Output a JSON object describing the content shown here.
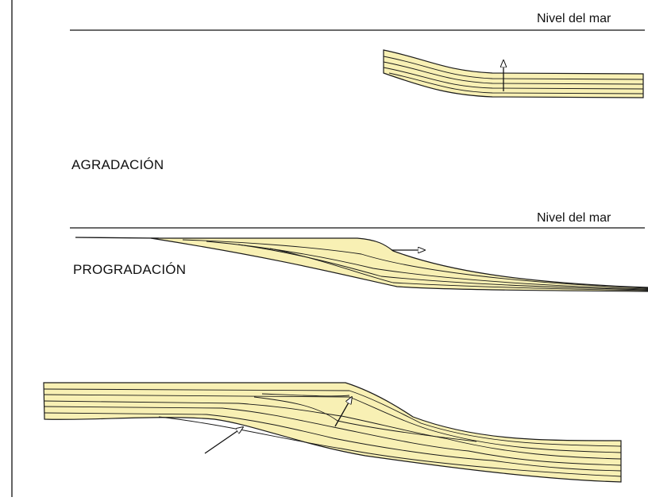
{
  "panels": {
    "top": {
      "sea_level_label": "Nivel del mar",
      "process_label": "AGRADACIÓN"
    },
    "middle": {
      "sea_level_label": "Nivel del mar",
      "process_label": "PROGRADACIÓN"
    },
    "bottom": {}
  },
  "colors": {
    "sediment_fill": "#f8f0b4",
    "line": "#111111"
  },
  "icons": [
    "arrow-up-icon",
    "arrow-right-icon",
    "arrow-diagonal-icon"
  ]
}
